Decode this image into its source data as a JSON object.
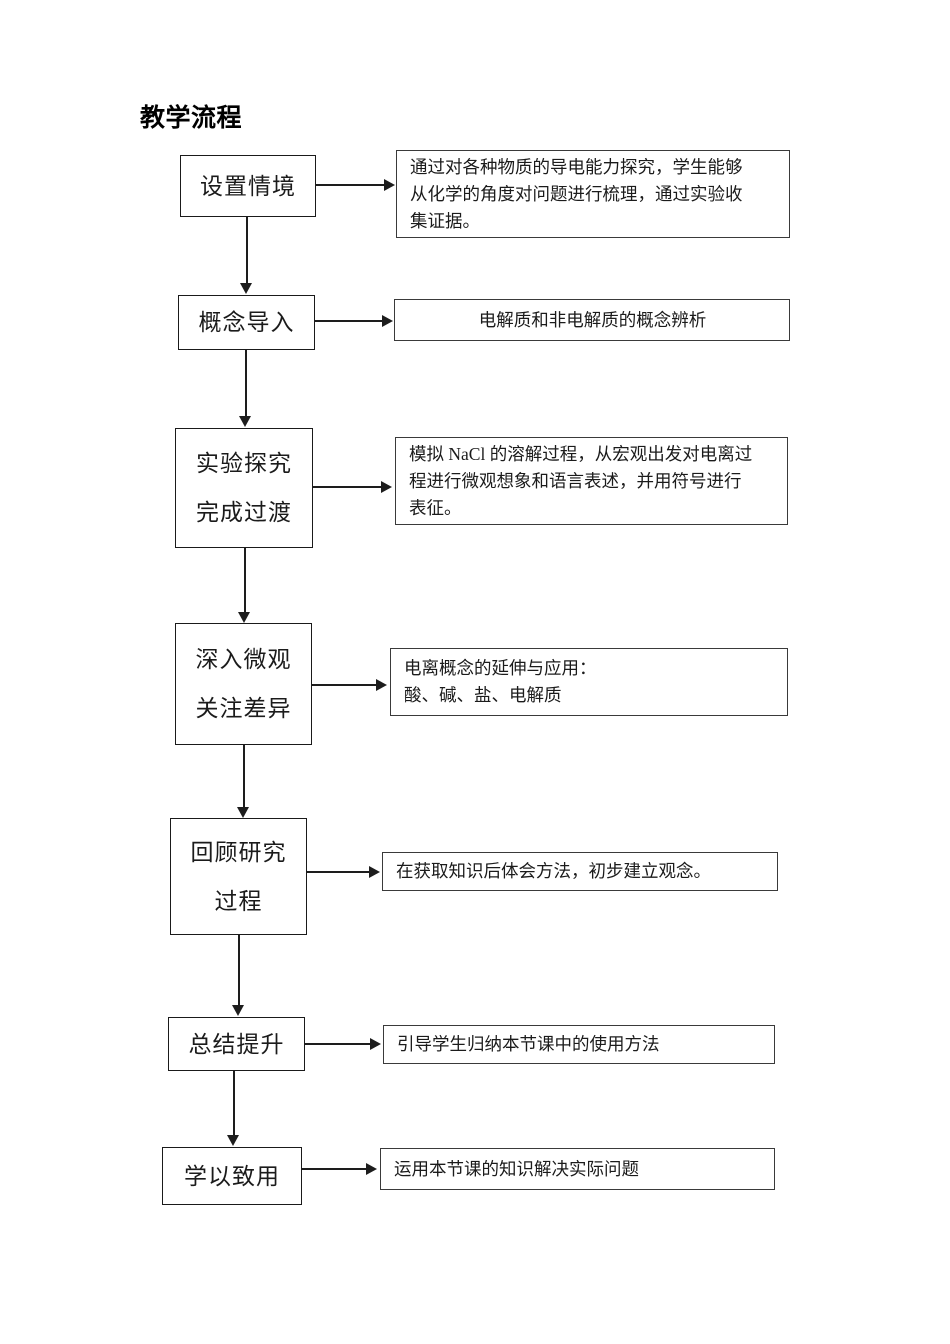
{
  "page": {
    "title": "教学流程"
  },
  "flow": {
    "stages": [
      {
        "id": "set-scene",
        "lines": [
          "设置情境"
        ],
        "description": [
          "通过对各种物质的导电能力探究，学生能够",
          "从化学的角度对问题进行梳理，通过实验收",
          "集证据。"
        ],
        "description_align": "left"
      },
      {
        "id": "concept-intro",
        "lines": [
          "概念导入"
        ],
        "description": [
          "电解质和非电解质的概念辨析"
        ],
        "description_align": "center"
      },
      {
        "id": "experiment-inquiry",
        "lines": [
          "实验探究",
          "完成过渡"
        ],
        "description": [
          "模拟 NaCl 的溶解过程，从宏观出发对电离过",
          "程进行微观想象和语言表述，并用符号进行",
          "表征。"
        ],
        "description_align": "left"
      },
      {
        "id": "micro-view",
        "lines": [
          "深入微观",
          "关注差异"
        ],
        "description": [
          "电离概念的延伸与应用：",
          "酸、碱、盐、电解质"
        ],
        "description_align": "left"
      },
      {
        "id": "review-process",
        "lines": [
          "回顾研究",
          "过程"
        ],
        "description": [
          "在获取知识后体会方法，初步建立观念。"
        ],
        "description_align": "left"
      },
      {
        "id": "summarize",
        "lines": [
          "总结提升"
        ],
        "description": [
          "引导学生归纳本节课中的使用方法"
        ],
        "description_align": "left"
      },
      {
        "id": "apply-knowledge",
        "lines": [
          "学以致用"
        ],
        "description": [
          "运用本节课的知识解决实际问题"
        ],
        "description_align": "left"
      }
    ]
  },
  "colors": {
    "stroke": "#1d1d1d",
    "box_border": "#1a1a1a",
    "desc_border": "#3a3a3a",
    "text": "#1b1b1b",
    "background": "#ffffff"
  }
}
